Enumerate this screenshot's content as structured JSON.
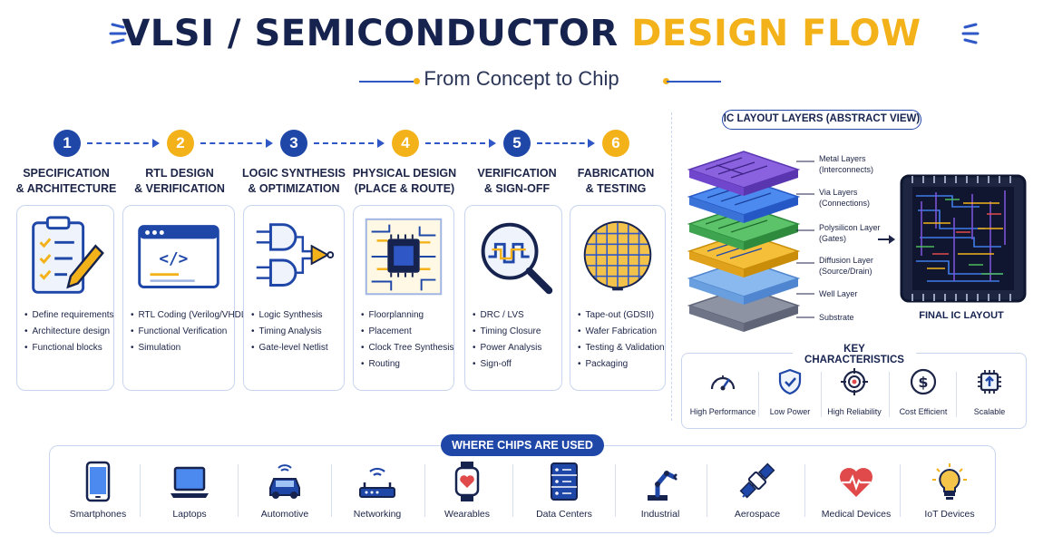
{
  "header": {
    "title_part1": "VLSI / SEMICONDUCTOR",
    "title_part2": "DESIGN FLOW",
    "subtitle": "From Concept to Chip"
  },
  "steps": [
    {
      "number": "1",
      "title_line1": "SPECIFICATION",
      "title_line2": "& ARCHITECTURE",
      "icon": "clipboard-pencil-icon",
      "bullets": [
        "Define requirements",
        "Architecture design",
        "Functional blocks"
      ]
    },
    {
      "number": "2",
      "title_line1": "RTL DESIGN",
      "title_line2": "& VERIFICATION",
      "icon": "code-window-icon",
      "bullets": [
        "RTL Coding (Verilog/VHDL)",
        "Functional Verification",
        "Simulation"
      ]
    },
    {
      "number": "3",
      "title_line1": "LOGIC SYNTHESIS",
      "title_line2": "& OPTIMIZATION",
      "icon": "logic-gates-icon",
      "bullets": [
        "Logic Synthesis",
        "Timing Analysis",
        "Gate-level Netlist"
      ]
    },
    {
      "number": "4",
      "title_line1": "PHYSICAL DESIGN",
      "title_line2": "(PLACE & ROUTE)",
      "icon": "chip-routing-icon",
      "bullets": [
        "Floorplanning",
        "Placement",
        "Clock Tree Synthesis",
        "Routing"
      ]
    },
    {
      "number": "5",
      "title_line1": "VERIFICATION",
      "title_line2": "& SIGN-OFF",
      "icon": "magnifier-waveform-icon",
      "bullets": [
        "DRC / LVS",
        "Timing Closure",
        "Power Analysis",
        "Sign-off"
      ]
    },
    {
      "number": "6",
      "title_line1": "FABRICATION",
      "title_line2": "& TESTING",
      "icon": "wafer-icon",
      "bullets": [
        "Tape-out (GDSII)",
        "Wafer Fabrication",
        "Testing & Validation",
        "Packaging"
      ]
    }
  ],
  "layers": {
    "title": "IC LAYOUT LAYERS (ABSTRACT VIEW)",
    "items": [
      {
        "line1": "Metal Layers",
        "line2": "(Interconnects)",
        "color": "#7b52d6"
      },
      {
        "line1": "Via Layers",
        "line2": "(Connections)",
        "color": "#3f7ce8"
      },
      {
        "line1": "Polysilicon Layer",
        "line2": "(Gates)",
        "color": "#4cb85a"
      },
      {
        "line1": "Diffusion Layer",
        "line2": "(Source/Drain)",
        "color": "#f3b21a"
      },
      {
        "line1": "Well Layer",
        "line2": "",
        "color": "#7cb2ee"
      },
      {
        "line1": "Substrate",
        "line2": "",
        "color": "#8d93a3"
      }
    ],
    "final_label": "FINAL IC LAYOUT"
  },
  "key_characteristics": {
    "title": "KEY CHARACTERISTICS",
    "items": [
      {
        "label": "High Performance",
        "icon": "speedometer-icon"
      },
      {
        "label": "Low Power",
        "icon": "shield-check-icon"
      },
      {
        "label": "High Reliability",
        "icon": "target-icon"
      },
      {
        "label": "Cost Efficient",
        "icon": "dollar-icon"
      },
      {
        "label": "Scalable",
        "icon": "chip-arrow-icon"
      }
    ]
  },
  "uses": {
    "title": "WHERE CHIPS ARE USED",
    "items": [
      {
        "label": "Smartphones",
        "icon": "smartphone-icon"
      },
      {
        "label": "Laptops",
        "icon": "laptop-icon"
      },
      {
        "label": "Automotive",
        "icon": "car-icon"
      },
      {
        "label": "Networking",
        "icon": "router-icon"
      },
      {
        "label": "Wearables",
        "icon": "smartwatch-icon"
      },
      {
        "label": "Data Centers",
        "icon": "server-icon"
      },
      {
        "label": "Industrial",
        "icon": "robot-arm-icon"
      },
      {
        "label": "Aerospace",
        "icon": "satellite-icon"
      },
      {
        "label": "Medical Devices",
        "icon": "heartbeat-icon"
      },
      {
        "label": "IoT Devices",
        "icon": "lightbulb-icon"
      }
    ]
  },
  "colors": {
    "navy": "#16234f",
    "blue": "#1f47a8",
    "accent_yellow": "#f3b21a",
    "card_border": "#c9d5ee"
  }
}
